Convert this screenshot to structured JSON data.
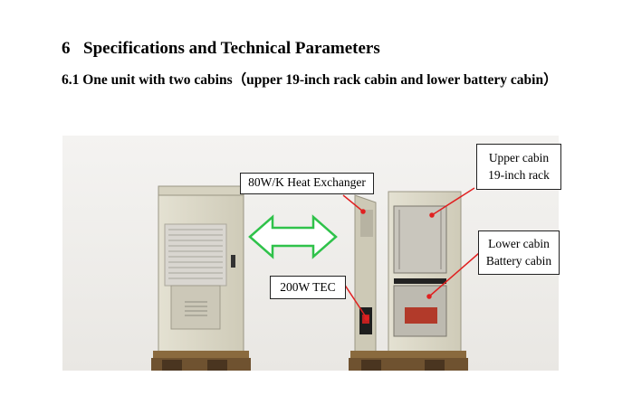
{
  "section": {
    "number": "6",
    "title": "Specifications and Technical Parameters"
  },
  "subsection": {
    "title": "6.1 One unit with two cabins（upper 19-inch rack cabin and lower battery cabin）"
  },
  "callouts": {
    "heat_exchanger": "80W/K Heat Exchanger",
    "tec": "200W TEC",
    "upper_cabin_line1": "Upper cabin",
    "upper_cabin_line2": "19-inch rack",
    "lower_cabin_line1": "Lower cabin",
    "lower_cabin_line2": "Battery cabin"
  },
  "colors": {
    "arrow_outline": "#2fc24a",
    "leader_line": "#e02020",
    "cabinet": "#dcd8c6",
    "pallet": "#7a5a32"
  }
}
